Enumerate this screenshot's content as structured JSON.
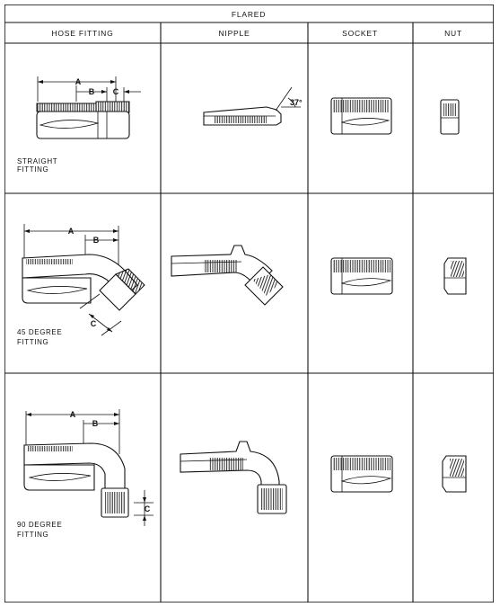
{
  "table": {
    "title": "FLARED",
    "columns": [
      "HOSE FITTING",
      "NIPPLE",
      "SOCKET",
      "NUT"
    ]
  },
  "rows": [
    {
      "caption_line1": "STRAIGHT",
      "caption_line2": "FITTING",
      "dims": [
        "A",
        "B",
        "C"
      ],
      "angle_label": "37°"
    },
    {
      "caption_line1": "45 DEGREE",
      "caption_line2": "FITTING",
      "dims": [
        "A",
        "B",
        "C"
      ]
    },
    {
      "caption_line1": "90 DEGREE",
      "caption_line2": "FITTING",
      "dims": [
        "A",
        "B",
        "C"
      ]
    }
  ]
}
